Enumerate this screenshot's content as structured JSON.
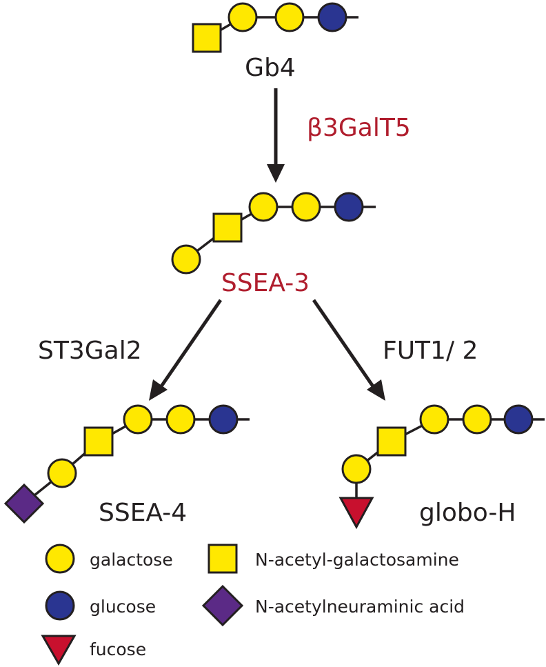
{
  "colors": {
    "galactose": "#ffe800",
    "glucose": "#2a3591",
    "galnac": "#ffe800",
    "neu5ac": "#5b2a86",
    "fucose": "#c8102e",
    "enzyme_red": "#b01e2e",
    "ink": "#231f20"
  },
  "structures": {
    "gb4": "Gb4",
    "ssea3": "SSEA-3",
    "ssea4": "SSEA-4",
    "globoh": "globo-H"
  },
  "enzymes": {
    "b3galt5": "β3GalT5",
    "st3gal2": "ST3Gal2",
    "fut": "FUT1/ 2"
  },
  "legend": {
    "galactose": "galactose",
    "glucose": "glucose",
    "fucose": "fucose",
    "galnac": "N-acetyl-galactosamine",
    "neu5ac": "N-acetylneuraminic acid"
  },
  "icons": {
    "galactose": "yellow-circle",
    "glucose": "blue-circle",
    "galnac": "yellow-square",
    "neu5ac": "purple-diamond",
    "fucose": "red-triangle"
  }
}
